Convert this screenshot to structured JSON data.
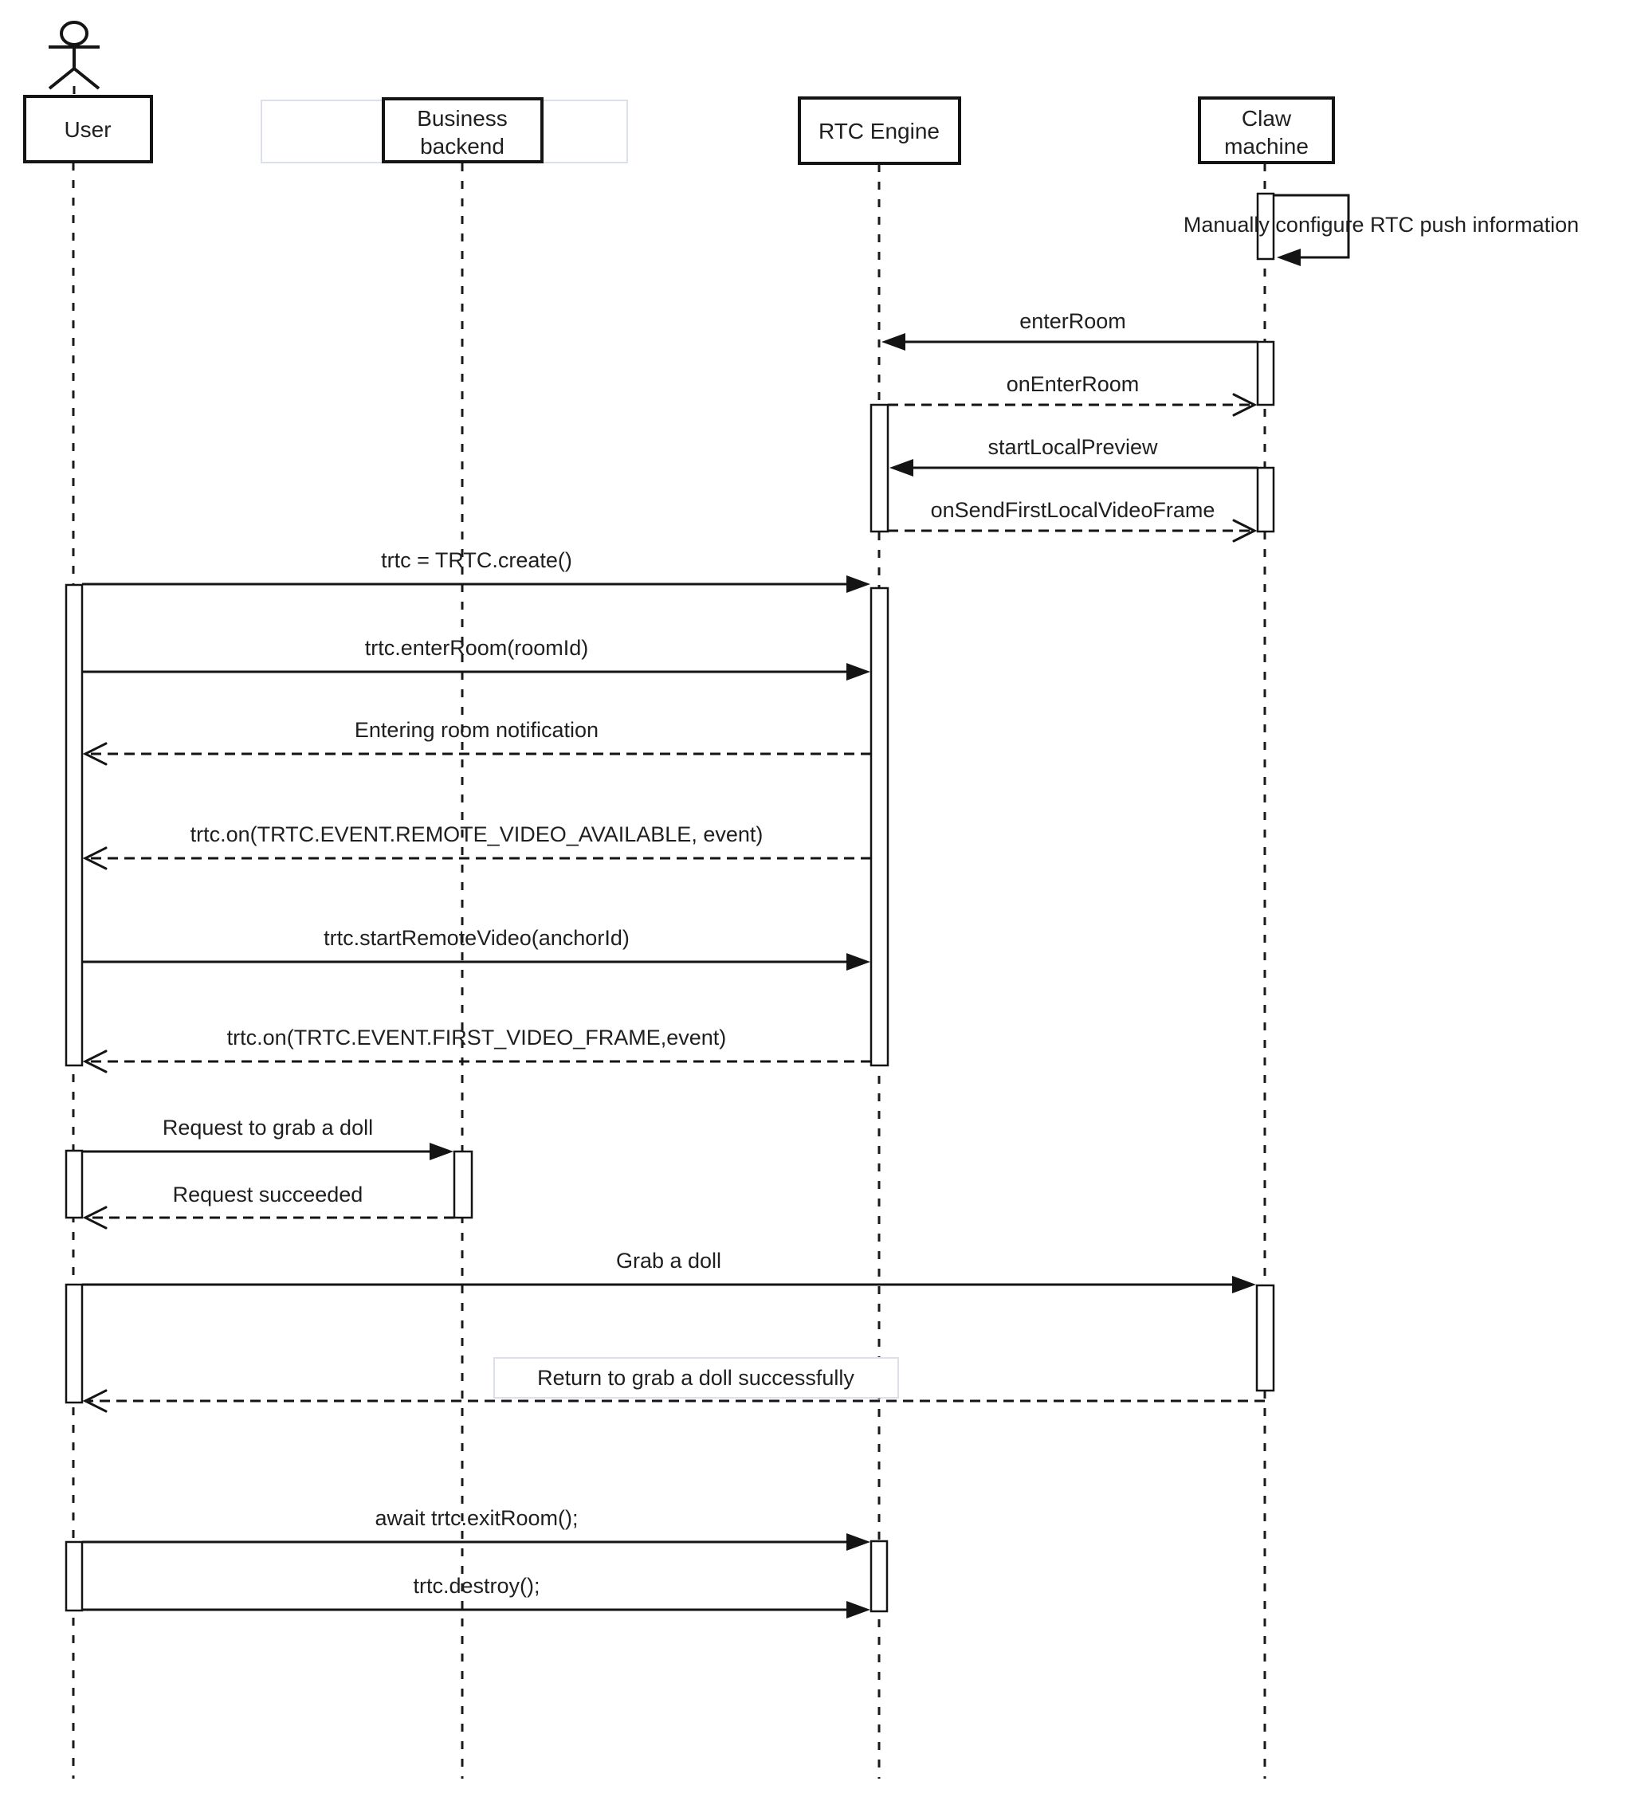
{
  "diagram": {
    "type": "sequence-diagram",
    "participants": [
      {
        "id": "user",
        "lines": [
          "User"
        ],
        "actor": true
      },
      {
        "id": "business-backend",
        "lines": [
          "Business",
          "backend"
        ],
        "actor": false
      },
      {
        "id": "rtc-engine",
        "lines": [
          "RTC Engine"
        ],
        "actor": false
      },
      {
        "id": "claw-machine",
        "lines": [
          "Claw",
          "machine"
        ],
        "actor": false
      }
    ],
    "self_message": {
      "from": "claw-machine",
      "label": "Manually configure RTC push information",
      "style": "solid"
    },
    "messages": [
      {
        "from": "claw-machine",
        "to": "rtc-engine",
        "label": "enterRoom",
        "style": "solid"
      },
      {
        "from": "rtc-engine",
        "to": "claw-machine",
        "label": "onEnterRoom",
        "style": "dashed"
      },
      {
        "from": "claw-machine",
        "to": "rtc-engine",
        "label": "startLocalPreview",
        "style": "solid"
      },
      {
        "from": "rtc-engine",
        "to": "claw-machine",
        "label": "onSendFirstLocalVideoFrame",
        "style": "dashed"
      },
      {
        "from": "user",
        "to": "rtc-engine",
        "label": "trtc = TRTC.create()",
        "style": "solid"
      },
      {
        "from": "user",
        "to": "rtc-engine",
        "label": "trtc.enterRoom(roomId)",
        "style": "solid"
      },
      {
        "from": "rtc-engine",
        "to": "user",
        "label": "Entering room notification",
        "style": "dashed"
      },
      {
        "from": "rtc-engine",
        "to": "user",
        "label": "trtc.on(TRTC.EVENT.REMOTE_VIDEO_AVAILABLE, event)",
        "style": "dashed"
      },
      {
        "from": "user",
        "to": "rtc-engine",
        "label": "trtc.startRemoteVideo(anchorId)",
        "style": "solid"
      },
      {
        "from": "rtc-engine",
        "to": "user",
        "label": "trtc.on(TRTC.EVENT.FIRST_VIDEO_FRAME,event)",
        "style": "dashed"
      },
      {
        "from": "user",
        "to": "business-backend",
        "label": "Request to grab a doll",
        "style": "solid"
      },
      {
        "from": "business-backend",
        "to": "user",
        "label": "Request succeeded",
        "style": "dashed"
      },
      {
        "from": "user",
        "to": "claw-machine",
        "label": "Grab a doll",
        "style": "solid"
      },
      {
        "from": "claw-machine",
        "to": "user",
        "label": "Return to grab a doll successfully",
        "style": "dashed",
        "boxed": true
      },
      {
        "from": "user",
        "to": "rtc-engine",
        "label": "await trtc.exitRoom();",
        "style": "solid"
      },
      {
        "from": "user",
        "to": "rtc-engine",
        "label": "trtc.destroy();",
        "style": "solid"
      }
    ],
    "colors": {
      "line": "#141414",
      "text": "#1f1f1f",
      "light_border": "#dbe0ea",
      "background": "#ffffff"
    }
  }
}
